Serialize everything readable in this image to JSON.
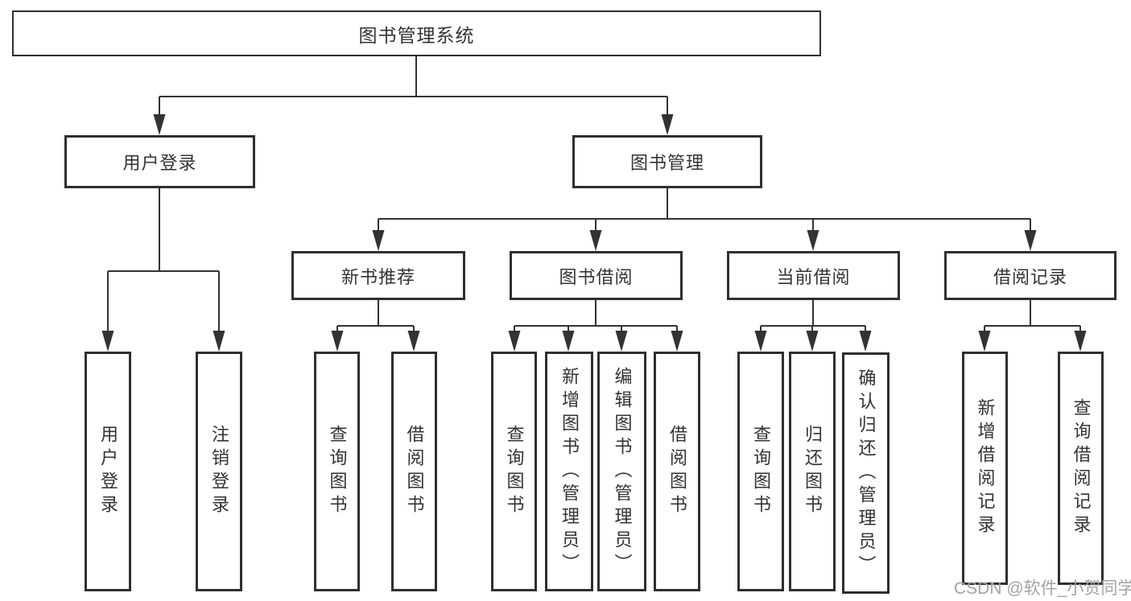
{
  "colors": {
    "line": "#333333",
    "border": "#2f2f2f",
    "text": "#333333",
    "watermark": "#a3a3a3",
    "background": "#ffffff"
  },
  "tree": {
    "root": {
      "label": "图书管理系统"
    },
    "userLogin": {
      "label": "用户登录",
      "children": [
        {
          "label": "用户登录"
        },
        {
          "label": "注销登录"
        }
      ]
    },
    "bookManagement": {
      "label": "图书管理",
      "children": [
        {
          "label": "新书推荐",
          "children": [
            {
              "label": "查询图书"
            },
            {
              "label": "借阅图书"
            }
          ]
        },
        {
          "label": "图书借阅",
          "children": [
            {
              "label": "查询图书"
            },
            {
              "label": "新增图书（管理员）"
            },
            {
              "label": "编辑图书（管理员）"
            },
            {
              "label": "借阅图书"
            }
          ]
        },
        {
          "label": "当前借阅",
          "children": [
            {
              "label": "查询图书"
            },
            {
              "label": "归还图书"
            },
            {
              "label": "确认归还（管理员）"
            }
          ]
        },
        {
          "label": "借阅记录",
          "children": [
            {
              "label": "新增借阅记录"
            },
            {
              "label": "查询借阅记录"
            }
          ]
        }
      ]
    }
  },
  "watermark": {
    "text": "CSDN @软件_小贺同学"
  }
}
